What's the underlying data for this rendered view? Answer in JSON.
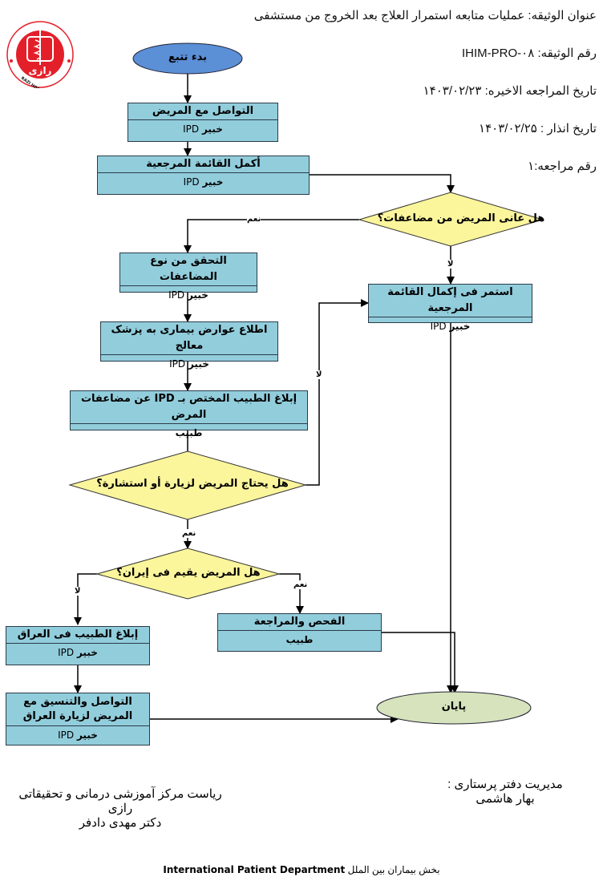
{
  "header": {
    "title": "عنوان الوثیقه: عملیات متابعه استمرار العلاج بعد الخروج من مستشفی",
    "doc_number": "رقم الوثیقه: IHIM-PRO-۰۸",
    "last_revision_date": "تاریخ المراجعه الاخیره: ۱۴۰۳/۰۲/۲۳",
    "notice_date": "تاریخ انذار : ۱۴۰۳/۰۲/۲۵",
    "revision_number": "رقم مراجعه:۱"
  },
  "logo": {
    "name": "razi-hospital-logo",
    "center_text": "رازی",
    "ring_text": "RAZI HOSPITAL",
    "colors": {
      "red": "#e3202a",
      "white": "#ffffff"
    }
  },
  "flowchart": {
    "start": "بدء تتبع",
    "end": "پایان",
    "role_ipd_word": "خبیر",
    "role_ipd_code": "IPD",
    "steps": {
      "contact_patient": {
        "title": "التواصل مع المریض",
        "role": "IPD"
      },
      "complete_checklist": {
        "title": "أکمل القائمة المرجعیة",
        "role": "IPD"
      },
      "verify_complications": {
        "title": "التحقق من نوع المضاعفات",
        "role": "IPD"
      },
      "inform_symptoms": {
        "title": "اطلاع عوارض بیماری به پزشک معالج",
        "role": "IPD"
      },
      "notify_ipd_doctor": {
        "title": "إبلاغ الطبیب المختص بـ IPD عن مضاعفات المرض",
        "role": "طبیب"
      },
      "continue_checklist": {
        "title": "استمر فی إکمال القائمة المرجعیة",
        "role": "IPD"
      },
      "notify_iraq_doctor": {
        "title": "إبلاغ الطبیب فی العراق",
        "role": "IPD"
      },
      "coordinate_iraq_visit": {
        "title": "التواصل والتنسیق مع المریض لزیارة العراق",
        "role": "IPD"
      },
      "exam_review": {
        "title": "الفحص والمراجعة",
        "role": "طبیب"
      }
    },
    "decisions": {
      "had_complications": "هل عانی المریض من مضاعفات؟",
      "needs_visit": "هل یحتاج المریض لزیارة أو استشارة؟",
      "lives_in_iran": "هل المریض یقیم فی إیران؟"
    },
    "edge_labels": {
      "yes": "نعم",
      "no": "لا"
    },
    "colors": {
      "start_fill": "#5b8fd6",
      "end_fill": "#d6e3bc",
      "process_fill": "#92cddc",
      "decision_fill": "#fbf59c",
      "line": "#000000"
    }
  },
  "signatures": {
    "left_line1": "ریاست مرکز آموزشی درمانی و تحقیقاتی رازی",
    "left_line2": "دکتر مهدی دادفر",
    "right_line1": "مدیریت دفتر پرستاری :",
    "right_line2": "بهار هاشمی"
  },
  "footer": {
    "persian": "بخش بیماران بین الملل",
    "english": "International Patient Department"
  }
}
